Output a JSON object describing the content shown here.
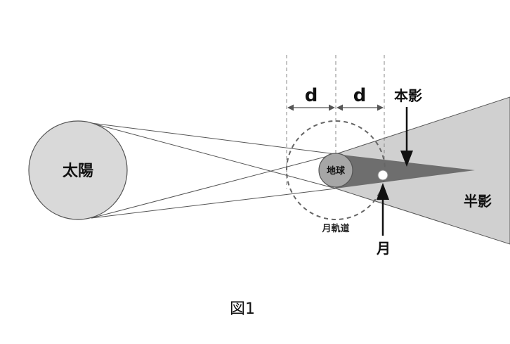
{
  "labels": {
    "sun": "太陽",
    "earth": "地球",
    "distance_left": "d",
    "distance_right": "d",
    "umbra": "本影",
    "penumbra": "半影",
    "moon": "月",
    "moon_orbit": "月軌道"
  },
  "caption": "図1",
  "colors": {
    "sun_fill": "#d9d9d9",
    "earth_fill": "#a6a6a6",
    "umbra_fill": "#6e6e6e",
    "penumbra_fill": "#d0d0d0",
    "moon_fill": "#ffffff",
    "line": "#333333",
    "guide": "#888888"
  }
}
